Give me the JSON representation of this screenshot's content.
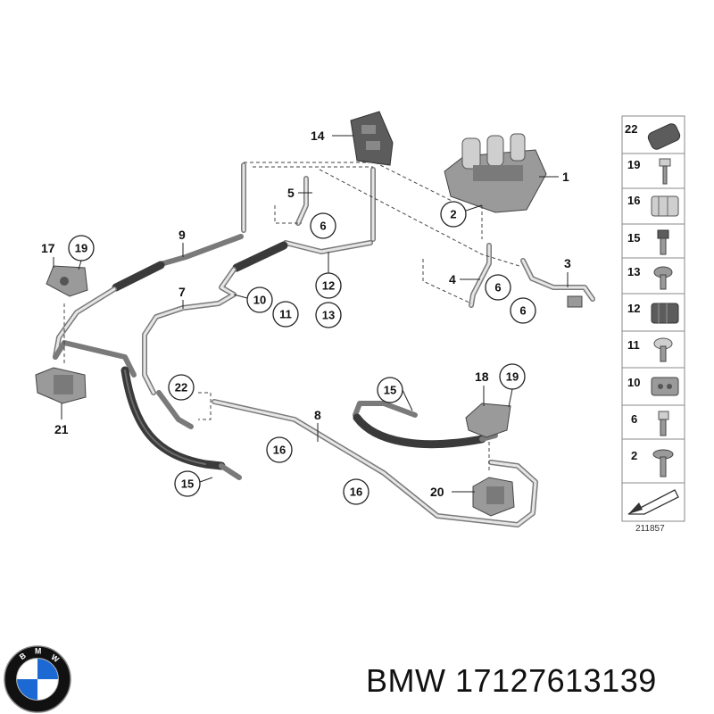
{
  "callouts": {
    "c1": "1",
    "c2": "2",
    "c3": "3",
    "c4": "4",
    "c5": "5",
    "c6a": "6",
    "c6b": "6",
    "c6c": "6",
    "c7": "7",
    "c8": "8",
    "c9": "9",
    "c10": "10",
    "c11": "11",
    "c12": "12",
    "c13": "13",
    "c14": "14",
    "c15a": "15",
    "c15b": "15",
    "c16a": "16",
    "c16b": "16",
    "c17": "17",
    "c18": "18",
    "c19a": "19",
    "c19b": "19",
    "c20": "20",
    "c21": "21",
    "c22": "22"
  },
  "legend": {
    "items": [
      "22",
      "19",
      "16",
      "15",
      "13",
      "12",
      "11",
      "10",
      "6",
      "2"
    ],
    "diagram_number": "211857"
  },
  "logo": {
    "text": "BMW",
    "colors": {
      "ring": "#111111",
      "blue": "#1c69d4",
      "white": "#ffffff"
    }
  },
  "caption": {
    "brand": "BMW",
    "part_number": "17127613139"
  }
}
